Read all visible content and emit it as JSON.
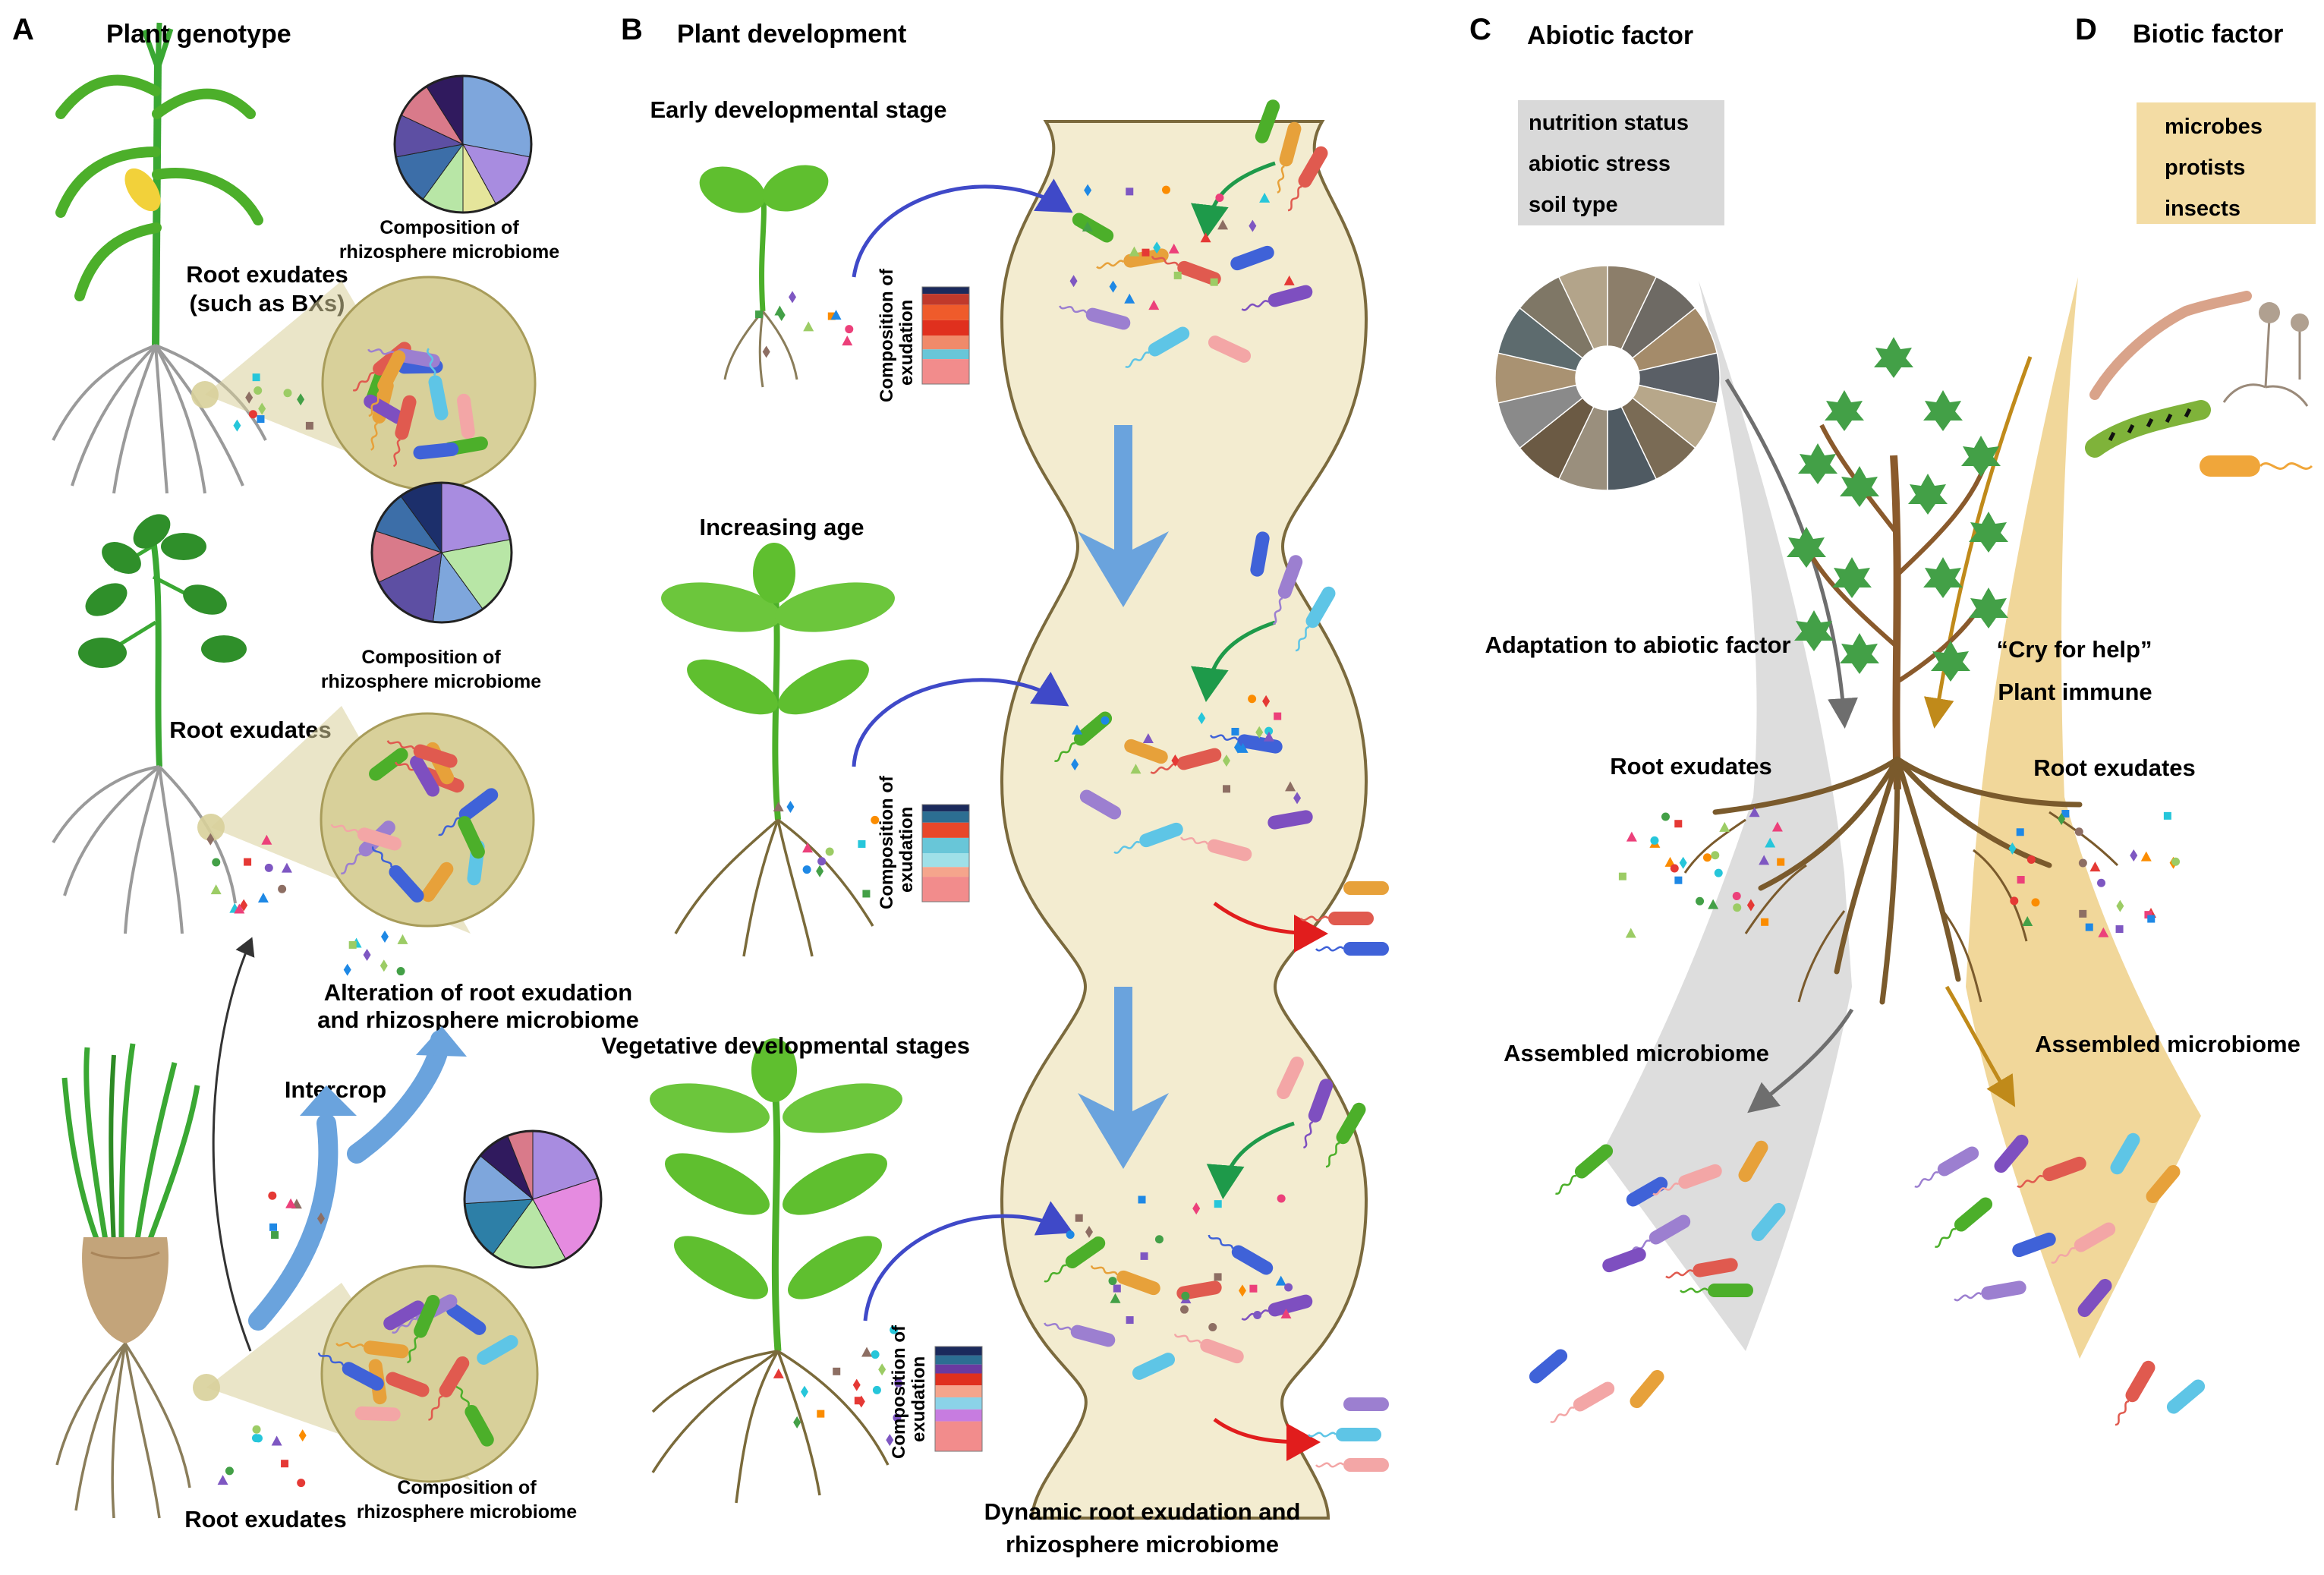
{
  "panels": {
    "a": {
      "letter": "A",
      "title": "Plant genotype"
    },
    "b": {
      "letter": "B",
      "title": "Plant development"
    },
    "c": {
      "letter": "C",
      "title": "Abiotic factor"
    },
    "d": {
      "letter": "D",
      "title": "Biotic factor"
    }
  },
  "panel_a": {
    "root_exudates_bxs": [
      "Root exudates",
      "(such as BXs)"
    ],
    "composition": [
      "Composition of",
      "rhizosphere microbiome"
    ],
    "root_exudates": "Root exudates",
    "alteration": [
      "Alteration of root exudation",
      "and rhizosphere microbiome"
    ],
    "intercrop": "Intercrop"
  },
  "panel_b": {
    "stage_early": "Early developmental stage",
    "stage_age": "Increasing age",
    "stage_veg": "Vegetative developmental stages",
    "composition_exudation": [
      "Composition of",
      "exudation"
    ],
    "dynamic": [
      "Dynamic root exudation and",
      "rhizosphere microbiome"
    ]
  },
  "panel_c": {
    "factors": [
      "nutrition status",
      "abiotic stress",
      "soil type"
    ],
    "adaptation": "Adaptation to abiotic factor",
    "root_exudates": "Root exudates",
    "assembled": "Assembled microbiome"
  },
  "panel_d": {
    "factors": [
      "microbes",
      "protists",
      "insects"
    ],
    "cry": "“Cry for help”",
    "immune": "Plant immune",
    "root_exudates": "Root exudates",
    "assembled": "Assembled microbiome"
  },
  "colors": {
    "circle_fill": "#d8d09a",
    "tube_fill": "#f3ecd0",
    "abiotic_box": "#d9d9d9",
    "biotic_box": "#f3dca4",
    "blue_arrow": "#6aa3dd",
    "plant_green": "#4caf2a",
    "root_brown": "#7a5a2c"
  },
  "pies": [
    {
      "name": "maize-pie",
      "slices": [
        28,
        14,
        8,
        10,
        12,
        10,
        9,
        9
      ],
      "colors": [
        "#7ea6dc",
        "#a88ce0",
        "#e5e59b",
        "#b8e6a6",
        "#3c6ea8",
        "#5d4fa3",
        "#d97a8a",
        "#301a5e"
      ]
    },
    {
      "name": "tomato-pie",
      "slices": [
        22,
        18,
        12,
        16,
        12,
        10,
        10
      ],
      "colors": [
        "#a88ce0",
        "#b8e6a6",
        "#7ea6dc",
        "#5d4fa3",
        "#d97a8a",
        "#3c6ea8",
        "#1c2f6b"
      ]
    },
    {
      "name": "onion-pie",
      "slices": [
        20,
        22,
        18,
        14,
        12,
        8,
        6
      ],
      "colors": [
        "#a88ce0",
        "#e58be0",
        "#b8e6a6",
        "#2d7fa7",
        "#7ea6dc",
        "#301a5e",
        "#d97a8a"
      ]
    }
  ],
  "exudation_bars": [
    {
      "name": "early",
      "colors": [
        "#1b2a5c",
        "#c0392b",
        "#ef5b2b",
        "#e0301e",
        "#f08a6a",
        "#68c6d8",
        "#f28c8c"
      ]
    },
    {
      "name": "age",
      "colors": [
        "#1b2a5c",
        "#2c6e92",
        "#e8472a",
        "#68c6d8",
        "#9fe0e8",
        "#f5a58c",
        "#f28c8c"
      ]
    },
    {
      "name": "veg",
      "colors": [
        "#1b2a5c",
        "#2c6e92",
        "#6a3aa0",
        "#e0301e",
        "#f5a58c",
        "#8bd3e8",
        "#c77ce0",
        "#f28c8c"
      ]
    }
  ]
}
